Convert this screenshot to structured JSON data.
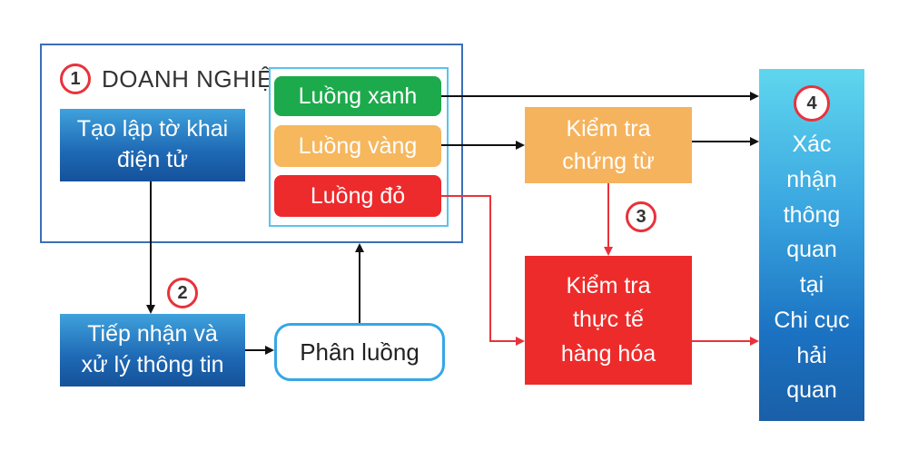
{
  "enterprise": {
    "step": "1",
    "title": "DOANH NGHIỆP"
  },
  "create_declaration": "Tạo lập tờ khai\nđiện tử",
  "lanes": {
    "green": "Luồng xanh",
    "yellow": "Luồng vàng",
    "red": "Luồng đỏ"
  },
  "step2": "2",
  "receive_process": "Tiếp nhận và\nxử lý thông tin",
  "classify": "Phân luồng",
  "check_documents": "Kiểm tra\nchứng từ",
  "step3": "3",
  "check_goods": "Kiểm tra\nthực tế\nhàng hóa",
  "confirm": {
    "step": "4",
    "text": "Xác\nnhận\nthông\nquan\ntại\nChi cục\nhải\nquan"
  },
  "colors": {
    "black_arrow": "#111111",
    "red_arrow": "#e8323b",
    "badge_ring": "#e8323b"
  }
}
